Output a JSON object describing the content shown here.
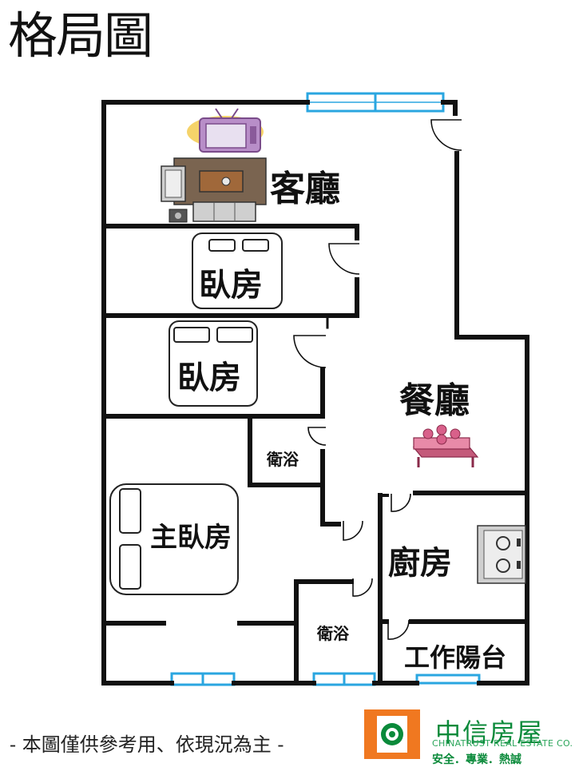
{
  "title": "格局圖",
  "rooms": {
    "living_room": "客廳",
    "bedroom_1": "臥房",
    "bedroom_2": "臥房",
    "dining_room": "餐廳",
    "bathroom_1": "衛浴",
    "master_bedroom": "主臥房",
    "kitchen": "廚房",
    "bathroom_2": "衛浴",
    "balcony": "工作陽台"
  },
  "disclaimer": "- 本圖僅供參考用、依現況為主 -",
  "brand": {
    "name": "中信房屋",
    "name_en": "CHINATRUST REAL ESTATE CO.",
    "slogan": "安全．專業．熱誠"
  },
  "colors": {
    "wall": "#111111",
    "window": "#2aa6e0",
    "logo_orange": "#f07820",
    "logo_green": "#0a8a3a"
  }
}
